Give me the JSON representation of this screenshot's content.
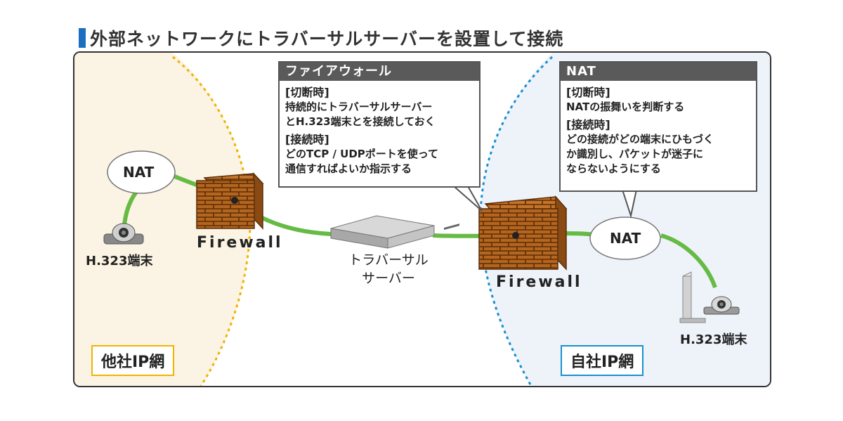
{
  "title": "外部ネットワークにトラバーサルサーバーを設置して接続",
  "callouts": {
    "firewall": {
      "heading": "ファイアウォール",
      "sections": [
        {
          "title": "[切断時]",
          "lines": [
            "持続的にトラバーサルサーバー",
            "とH.323端末とを接続しておく"
          ]
        },
        {
          "title": "[接続時]",
          "lines": [
            "どのTCP / UDPポートを使って",
            "通信すればよいか指示する"
          ]
        }
      ]
    },
    "nat": {
      "heading": "NAT",
      "sections": [
        {
          "title": "[切断時]",
          "lines": [
            "NATの振舞いを判断する"
          ]
        },
        {
          "title": "[接続時]",
          "lines": [
            "どの接続がどの端末にひもづく",
            "か識別し、パケットが迷子に",
            "ならないようにする"
          ]
        }
      ]
    }
  },
  "nodes": {
    "left_nat": "NAT",
    "right_nat": "NAT",
    "left_terminal": "H.323端末",
    "right_terminal": "H.323端末",
    "left_firewall": "Firewall",
    "right_firewall": "Firewall",
    "traversal_server_line1": "トラバーサル",
    "traversal_server_line2": "サーバー"
  },
  "networks": {
    "left": "他社IP網",
    "right": "自社IP網"
  },
  "colors": {
    "title_accent": "#1a6fc0",
    "left_network_border": "#f0b400",
    "left_network_fill": "#fbf3e3",
    "right_network_border": "#1a8fd0",
    "right_network_fill": "#eef3fa",
    "cable": "#66bb44",
    "brick": "#b5651d",
    "brick_mortar": "#5a2e0a"
  },
  "icons": {
    "firewall": "brick-wall-icon",
    "server": "server-box-icon",
    "terminal": "video-camera-icon",
    "display": "monitor-icon"
  }
}
